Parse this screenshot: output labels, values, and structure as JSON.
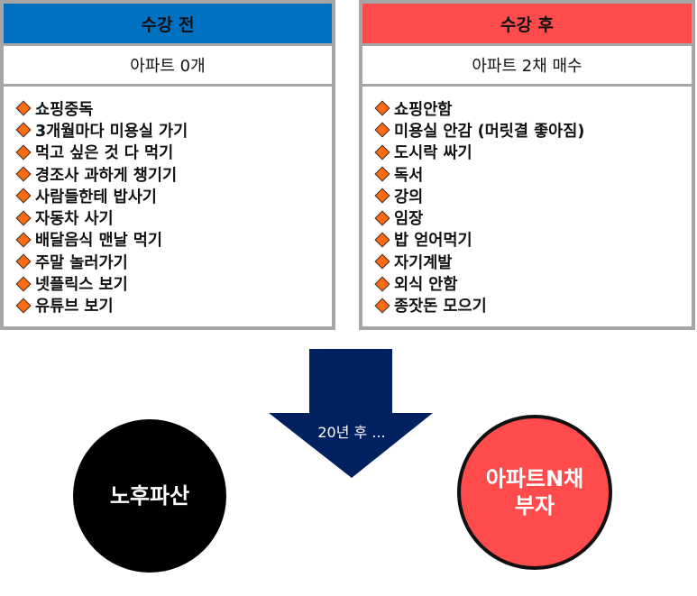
{
  "colors": {
    "before": "#0070c0",
    "after": "#ff4b4b",
    "arrow": "#002060"
  },
  "before": {
    "title": "수강 전",
    "subtitle": "아파트 0개",
    "items": [
      "쇼핑중독",
      "3개월마다 미용실 가기",
      "먹고 싶은 것 다 먹기",
      "경조사 과하게 챙기기",
      "사람들한테 밥사기",
      "자동차 사기",
      "배달음식 맨날 먹기",
      "주말 놀러가기",
      "넷플릭스 보기",
      "유튜브 보기"
    ]
  },
  "after": {
    "title": "수강 후",
    "subtitle": "아파트 2채 매수",
    "items": [
      "쇼핑안함",
      "미용실 안감 (머릿결 좋아짐)",
      "도시락 싸기",
      "독서",
      "강의",
      "임장",
      "밥 얻어먹기",
      "자기계발",
      "외식 안함",
      "종잣돈 모으기"
    ]
  },
  "arrow_label": "20년 후 ...",
  "outcome_before": "노후파산",
  "outcome_after_line1": "아파트N채",
  "outcome_after_line2": "부자"
}
